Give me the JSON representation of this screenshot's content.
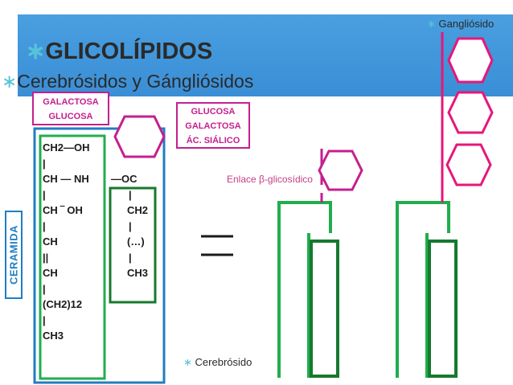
{
  "slide": {
    "header": {
      "bullet": "∗",
      "title": "GLICOLÍPIDOS"
    },
    "subheader": {
      "bullet": "∗",
      "text": "Cerebrósidos y Gángliósidos"
    },
    "labels": {
      "galactosa_glucosa": [
        "GALACTOSA",
        "GLUCOSA"
      ],
      "glucosa_galactosa_sialico": [
        "GLUCOSA",
        "GALACTOSA",
        "ÁC. SIÁLICO"
      ],
      "ceramida": "CERAMIDA",
      "enlace": "Enlace β-glicosídico",
      "equals": "=",
      "gangliosido": {
        "bullet": "∗",
        "text": "Gangliósido"
      },
      "cerebrosido": {
        "bullet": "∗",
        "text": "Cerebrósido"
      }
    },
    "chain_left": [
      "CH2—OH",
      "|",
      "CH  — NH",
      "|",
      "CH  ‾ OH",
      "|",
      "CH",
      "||",
      "CH",
      "|",
      "(CH2)12",
      "|",
      "CH3"
    ],
    "chain_right": [
      "—OC",
      "|",
      "CH2",
      "|",
      "(…)",
      "|",
      "CH3"
    ],
    "colors": {
      "slide_bg": "#4a9fe0",
      "pink": "#c51f8f",
      "magenta": "#e6177a",
      "green": "#21ad4e",
      "dark_green": "#167a2e",
      "blue": "#1f7ec1",
      "bullet": "#57c3d8"
    }
  }
}
